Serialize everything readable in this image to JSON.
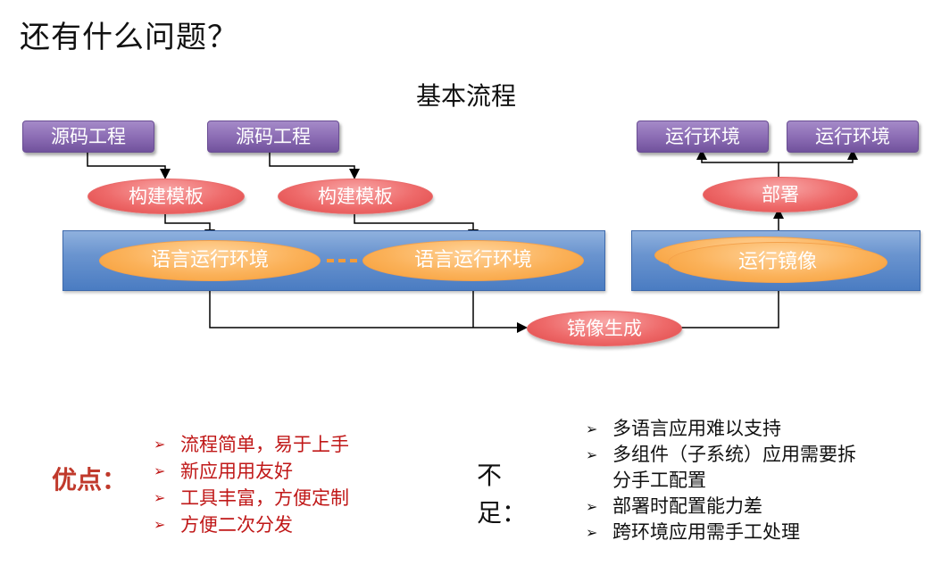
{
  "title": "还有什么问题？",
  "subtitle": "基本流程",
  "sources": [
    "源码工程",
    "源码工程"
  ],
  "templates": [
    "构建模板",
    "构建模板"
  ],
  "language_runtimes": [
    "语言运行环境",
    "语言运行环境"
  ],
  "image_generation": "镜像生成",
  "runtime_image": "运行镜像",
  "deploy": "部署",
  "runtime_envs": [
    "运行环境",
    "运行环境"
  ],
  "pros": {
    "label": "优点：",
    "items": [
      "流程简单，易于上手",
      "新应用用友好",
      "工具丰富，方便定制",
      "方便二次分发"
    ]
  },
  "cons": {
    "label": "不足：",
    "items": [
      "多语言应用难以支持",
      "多组件（子系统）应用需要拆分手工配置",
      "部署时配置能力差",
      "跨环境应用需手工处理"
    ]
  },
  "bullet_glyph": "➢",
  "colors": {
    "purple": "#8a6bb3",
    "red": "#e04848",
    "orange": "#f59c35",
    "blue": "#4a7cc2",
    "pros_text": "#c01818"
  }
}
